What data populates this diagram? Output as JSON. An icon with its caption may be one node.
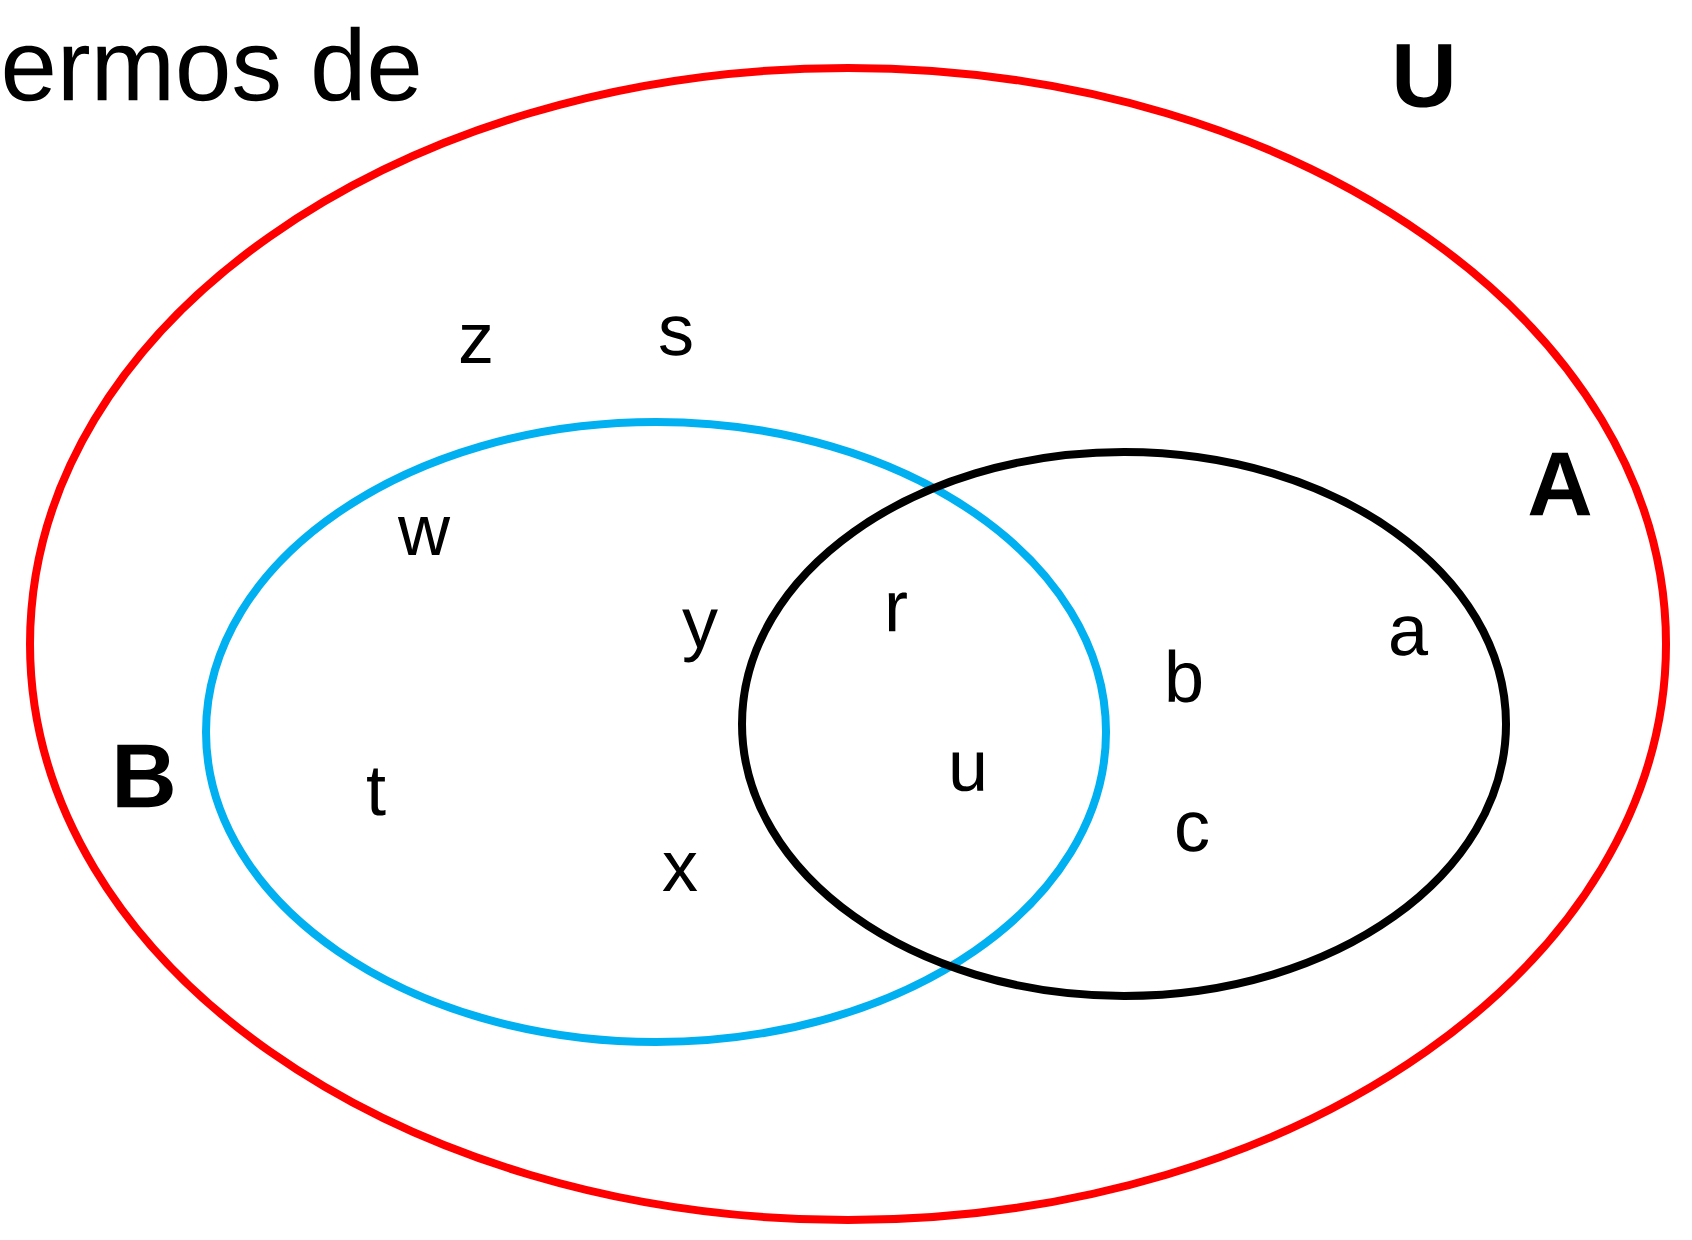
{
  "diagram": {
    "title": "ermos de",
    "nodes": [
      {
        "text": [
          "U"
        ]
      },
      {
        "text": [
          "B"
        ],
        "in": 0
      },
      {
        "text": [
          "A"
        ],
        "in": 0
      }
    ],
    "labels": [
      "z",
      "s",
      "w",
      "y",
      "r",
      "a",
      "b",
      "t",
      "u",
      "x",
      "c"
    ]
  }
}
